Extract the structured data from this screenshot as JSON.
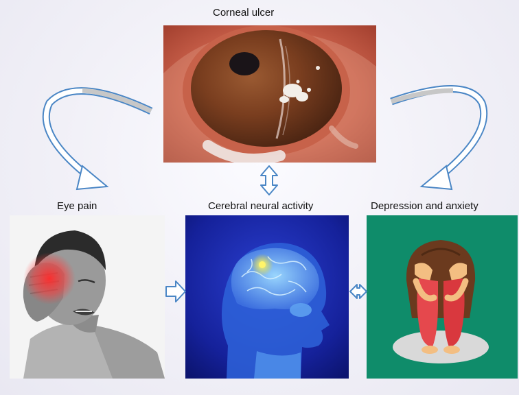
{
  "labels": {
    "corneal_ulcer": "Corneal ulcer",
    "eye_pain": "Eye pain",
    "cerebral_neural_activity": "Cerebral neural activity",
    "depression_and_anxiety": "Depression and anxiety"
  },
  "colors": {
    "arrow_stroke": "#4a86c5",
    "arrow_fill": "#ffffff",
    "arrow_band": "#c7c7c7",
    "panel_green": "#0f8c6a",
    "brain_bg": "#1b2a9c"
  },
  "icons": {
    "curved_arrow_left": "curved-arrow-icon",
    "curved_arrow_right": "curved-arrow-icon",
    "double_arrow_vertical": "double-arrow-vertical-icon",
    "arrow_right": "arrow-right-icon",
    "double_arrow_horizontal": "double-arrow-horizontal-icon"
  }
}
